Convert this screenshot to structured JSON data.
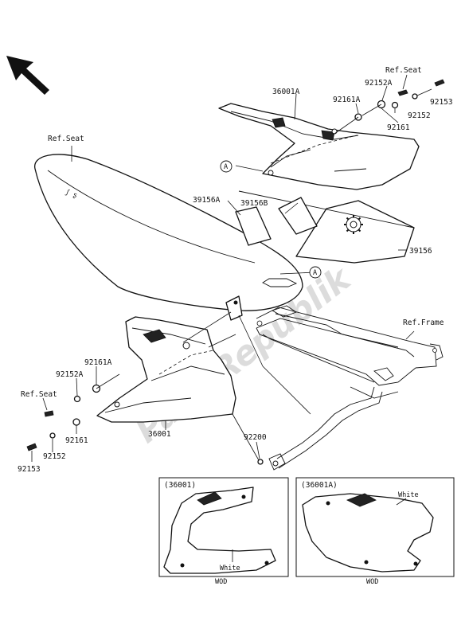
{
  "watermark": "PartsRepublik",
  "labels": {
    "p36001A": "36001A",
    "p92152A_top": "92152A",
    "ref_seat_top": "Ref.Seat",
    "p92153_top": "92153",
    "p92161A_top": "92161A",
    "p92152_top": "92152",
    "p92161_top": "92161",
    "ref_seat_left": "Ref.Seat",
    "p39156B": "39156B",
    "p39156A": "39156A",
    "p39156": "39156",
    "ref_frame": "Ref.Frame",
    "p92161A_low": "92161A",
    "p92152A_low": "92152A",
    "ref_seat_low": "Ref.Seat",
    "p92161_low": "92161",
    "p92152_low": "92152",
    "p92153_low": "92153",
    "p36001": "36001",
    "p92200": "92200",
    "callout_a": "A"
  },
  "inset_left": {
    "title": "(36001)",
    "white": "White",
    "footer": "WOD"
  },
  "inset_right": {
    "title": "(36001A)",
    "white": "White",
    "footer": "WOD"
  },
  "icons": [
    "front-direction-arrow-icon",
    "gear-logo-icon"
  ]
}
